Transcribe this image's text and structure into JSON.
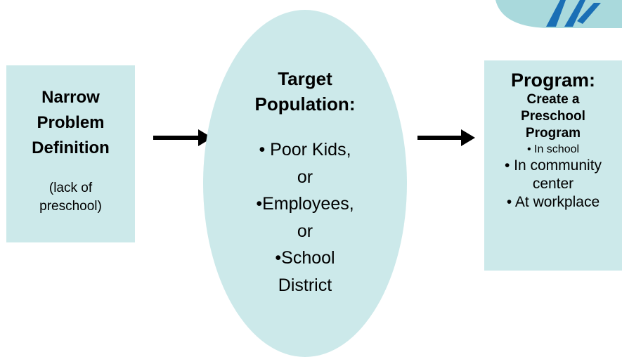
{
  "left_box": {
    "title_lines": [
      "Narrow",
      "Problem",
      "Definition"
    ],
    "detail_lines": [
      "(lack of",
      "preschool)"
    ]
  },
  "middle_ellipse": {
    "title_lines": [
      "Target",
      "Population:"
    ],
    "items": [
      "• Poor Kids,",
      "or",
      "•Employees,",
      "or",
      "•School",
      "District"
    ]
  },
  "right_box": {
    "title": "Program:",
    "subtitle_lines": [
      "Create a",
      "Preschool",
      "Program"
    ],
    "items": [
      "• In school",
      "•  In community",
      "center",
      "• At workplace"
    ]
  },
  "colors": {
    "shape_fill": "#cce9ea",
    "arrow": "#000000",
    "logo_fill": "#a9d9dc",
    "logo_blue": "#1a6fb5"
  },
  "icons": {
    "logo": "decorative-blue-logo-icon",
    "arrows": "right-arrow-icon"
  }
}
